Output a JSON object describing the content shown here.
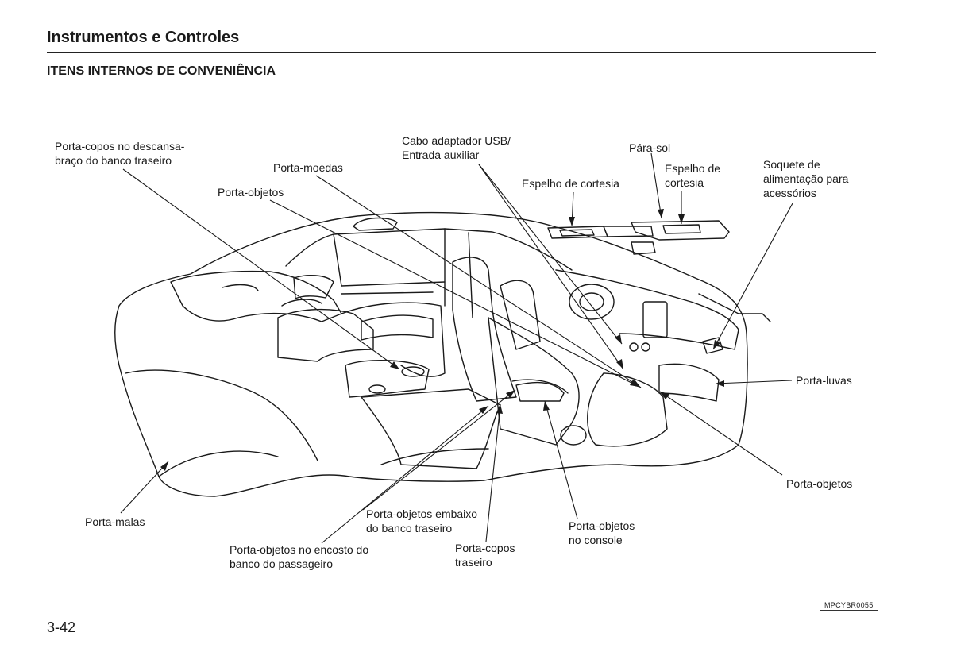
{
  "header": {
    "section_title": "Instrumentos e Controles",
    "subtitle": "ITENS INTERNOS DE CONVENIÊNCIA"
  },
  "labels": {
    "cup_holder_rear_armrest": [
      "Porta-copos no descansa-",
      "braço do banco traseiro"
    ],
    "coin_holder": "Porta-moedas",
    "object_holder_door": "Porta-objetos",
    "usb_cable": [
      "Cabo adaptador USB/",
      "Entrada auxiliar"
    ],
    "vanity_mirror_left": "Espelho de cortesia",
    "sun_visor": "Pára-sol",
    "vanity_mirror_right": [
      "Espelho de",
      "cortesia"
    ],
    "accessory_socket": [
      "Soquete de",
      "alimentação para",
      "acessórios"
    ],
    "glove_box": "Porta-luvas",
    "object_holder_right": "Porta-objetos",
    "trunk": "Porta-malas",
    "object_holder_under_rear_seat": [
      "Porta-objetos embaixo",
      "do banco traseiro"
    ],
    "object_holder_passenger_seatback": [
      "Porta-objetos no encosto do",
      "banco do passageiro"
    ],
    "rear_cup_holder": [
      "Porta-copos",
      "traseiro"
    ],
    "console_object_holder": [
      "Porta-objetos",
      "no console"
    ]
  },
  "footer": {
    "page_number": "3-42",
    "reference_code": "MPCYBR0055"
  }
}
